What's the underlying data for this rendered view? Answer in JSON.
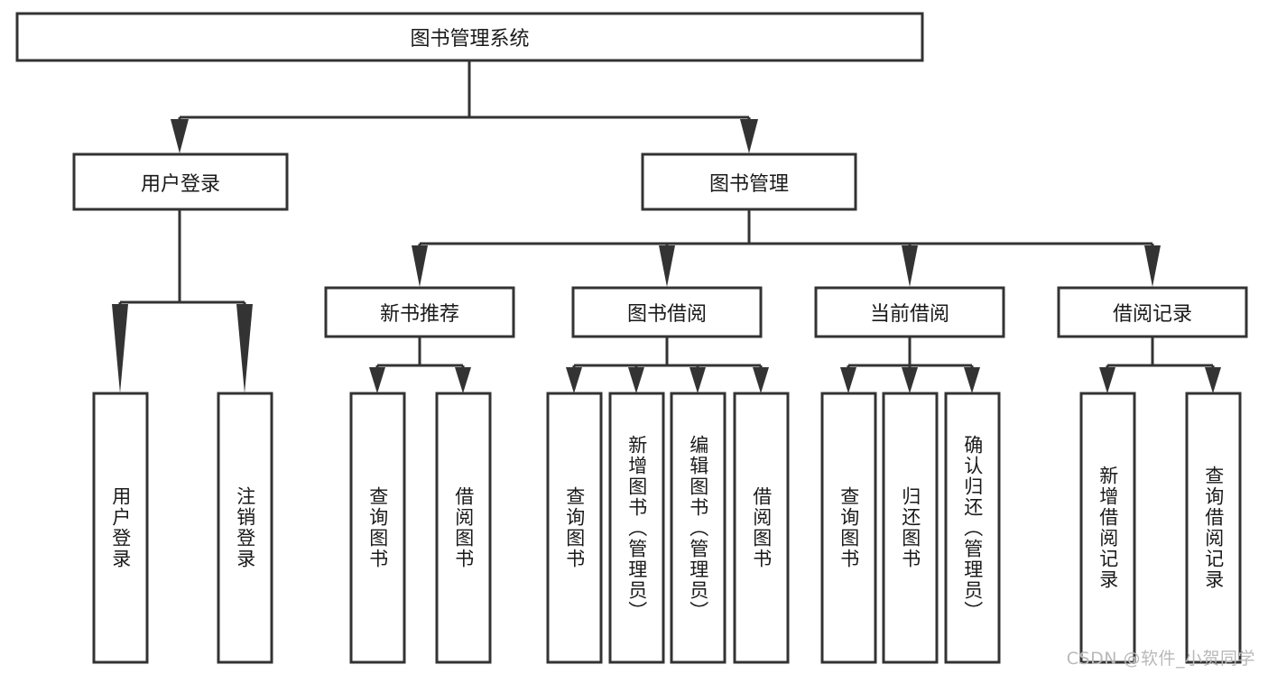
{
  "diagram": {
    "type": "tree",
    "title": "图书管理系统",
    "orientation": "top-down",
    "theme": {
      "background": "#ffffff",
      "box_fill": "#ffffff",
      "box_stroke": "#333333",
      "text_color": "#1a1a1a",
      "watermark_color": "#b9b9b9"
    },
    "root": {
      "label": "图书管理系统",
      "level": 1,
      "orientation": "horizontal"
    },
    "level2": [
      {
        "label": "用户登录",
        "orientation": "horizontal"
      },
      {
        "label": "图书管理",
        "orientation": "horizontal"
      }
    ],
    "level3": [
      {
        "label": "新书推荐",
        "orientation": "horizontal",
        "parent": "图书管理"
      },
      {
        "label": "图书借阅",
        "orientation": "horizontal",
        "parent": "图书管理"
      },
      {
        "label": "当前借阅",
        "orientation": "horizontal",
        "parent": "图书管理"
      },
      {
        "label": "借阅记录",
        "orientation": "horizontal",
        "parent": "图书管理"
      }
    ],
    "leaves": [
      {
        "label": "用户登录",
        "orientation": "vertical",
        "parent": "用户登录"
      },
      {
        "label": "注销登录",
        "orientation": "vertical",
        "parent": "用户登录"
      },
      {
        "label": "查询图书",
        "orientation": "vertical",
        "parent": "新书推荐"
      },
      {
        "label": "借阅图书",
        "orientation": "vertical",
        "parent": "新书推荐"
      },
      {
        "label": "查询图书",
        "orientation": "vertical",
        "parent": "图书借阅"
      },
      {
        "label": "新增图书（管理员）",
        "orientation": "vertical",
        "parent": "图书借阅"
      },
      {
        "label": "编辑图书（管理员）",
        "orientation": "vertical",
        "parent": "图书借阅"
      },
      {
        "label": "借阅图书",
        "orientation": "vertical",
        "parent": "图书借阅"
      },
      {
        "label": "查询图书",
        "orientation": "vertical",
        "parent": "当前借阅"
      },
      {
        "label": "归还图书",
        "orientation": "vertical",
        "parent": "当前借阅"
      },
      {
        "label": "确认归还（管理员）",
        "orientation": "vertical",
        "parent": "当前借阅"
      },
      {
        "label": "新增借阅记录",
        "orientation": "vertical",
        "parent": "借阅记录"
      },
      {
        "label": "查询借阅记录",
        "orientation": "vertical",
        "parent": "借阅记录"
      }
    ]
  },
  "watermark": {
    "text": "CSDN @软件_小贺同学"
  }
}
